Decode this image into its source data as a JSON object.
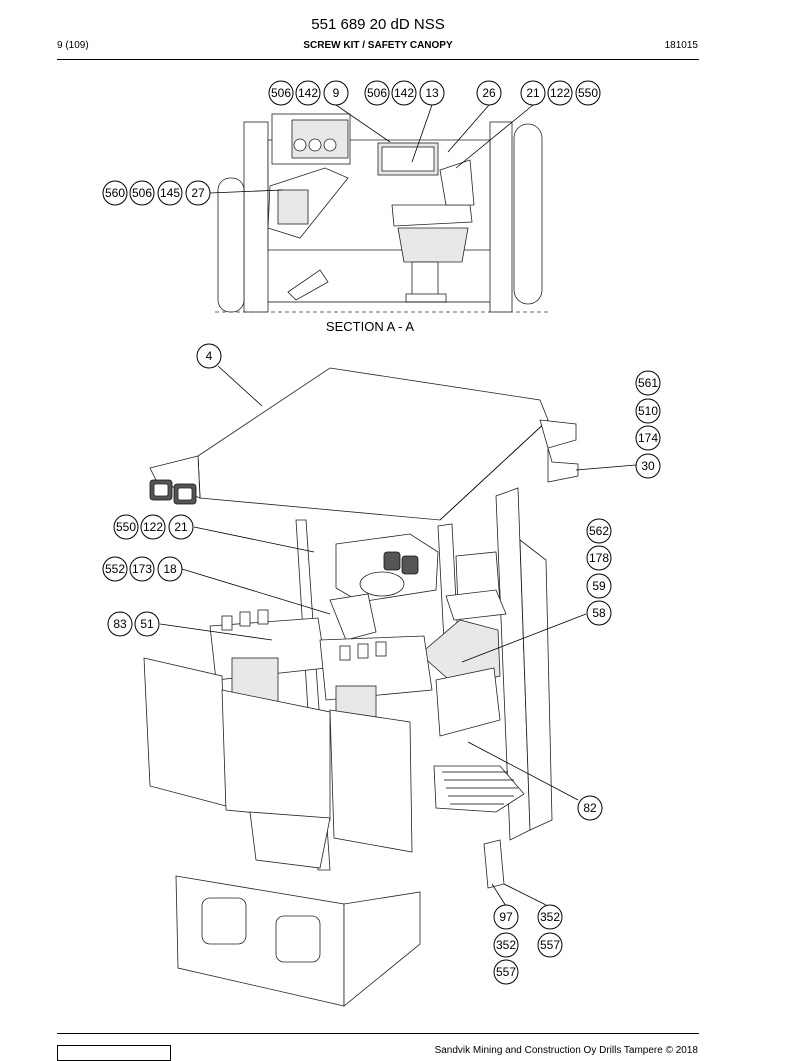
{
  "header": {
    "title": "551 689 20 dD NSS",
    "page": "9 (109)",
    "section": "SCREW KIT / SAFETY CANOPY",
    "date": "181015"
  },
  "section_label": "SECTION A - A",
  "footer": {
    "copyright": "Sandvik Mining and Construction Oy Drills Tampere © 2018"
  },
  "callouts": {
    "top": [
      [
        "506",
        "142",
        "9"
      ],
      [
        "506",
        "142",
        "13"
      ],
      [
        "26"
      ],
      [
        "21",
        "122",
        "550"
      ],
      [
        "560",
        "506",
        "145",
        "27"
      ]
    ],
    "main": [
      [
        "4"
      ],
      [
        "561"
      ],
      [
        "510"
      ],
      [
        "174"
      ],
      [
        "30"
      ],
      [
        "550",
        "122",
        "21"
      ],
      [
        "562"
      ],
      [
        "178"
      ],
      [
        "59"
      ],
      [
        "58"
      ],
      [
        "552",
        "173",
        "18"
      ],
      [
        "83",
        "51"
      ],
      [
        "82"
      ],
      [
        "97",
        "352"
      ],
      [
        "352",
        "557"
      ],
      [
        "557"
      ]
    ]
  }
}
